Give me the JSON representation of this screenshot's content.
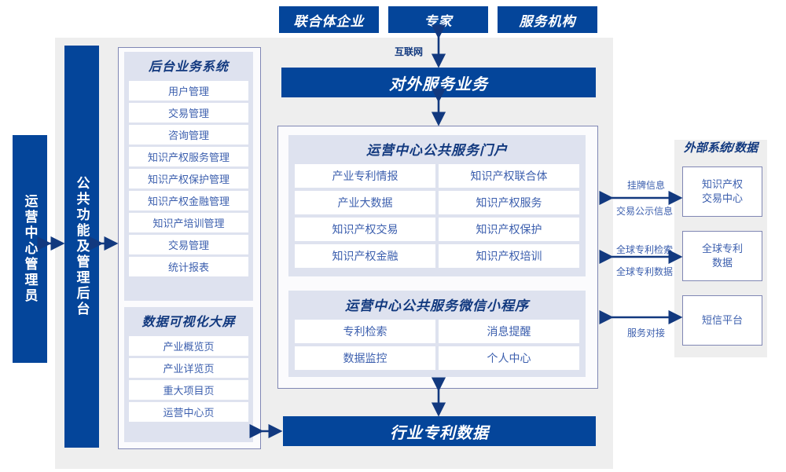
{
  "top_actors": [
    {
      "label": "联合体企业"
    },
    {
      "label": "专家"
    },
    {
      "label": "服务机构"
    }
  ],
  "internet_label": "互联网",
  "external_service_bar": "对外服务业务",
  "industry_data_bar": "行业专利数据",
  "left_bars": [
    {
      "label": "运营中心管理员"
    },
    {
      "label": "公共功能及管理后台"
    }
  ],
  "backend_system": {
    "title": "后台业务系统",
    "items": [
      "用户管理",
      "交易管理",
      "咨询管理",
      "知识产权服务管理",
      "知识产权保护管理",
      "知识产权金融管理",
      "知识产培训管理",
      "交易管理",
      "统计报表"
    ]
  },
  "visual_screen": {
    "title": "数据可视化大屏",
    "items": [
      "产业概览页",
      "产业详览页",
      "重大项目页",
      "运营中心页"
    ]
  },
  "portal": {
    "title": "运营中心公共服务门户",
    "items": [
      "产业专利情报",
      "知识产权联合体",
      "产业大数据",
      "知识产权服务",
      "知识产权交易",
      "知识产权保护",
      "知识产权金融",
      "知识产权培训"
    ]
  },
  "miniprogram": {
    "title": "运营中心公共服务微信小程序",
    "items": [
      "专利检索",
      "消息提醒",
      "数据监控",
      "个人中心"
    ]
  },
  "external": {
    "title": "外部系统/数据",
    "systems": [
      {
        "label": "知识产权\n交易中心"
      },
      {
        "label": "全球专利\n数据"
      },
      {
        "label": "短信平台"
      }
    ],
    "connections": [
      {
        "out": "挂牌信息",
        "in": "交易公示信息"
      },
      {
        "out": "全球专利检索",
        "in": "全球专利数据"
      },
      {
        "out": "",
        "in": "服务对接"
      }
    ]
  },
  "colors": {
    "primary_blue": "#04459a",
    "panel_lavender": "#dee2ef",
    "canvas_grey": "#eeeeee",
    "border_purple": "#8087b4",
    "text_blue": "#3c5fae"
  }
}
